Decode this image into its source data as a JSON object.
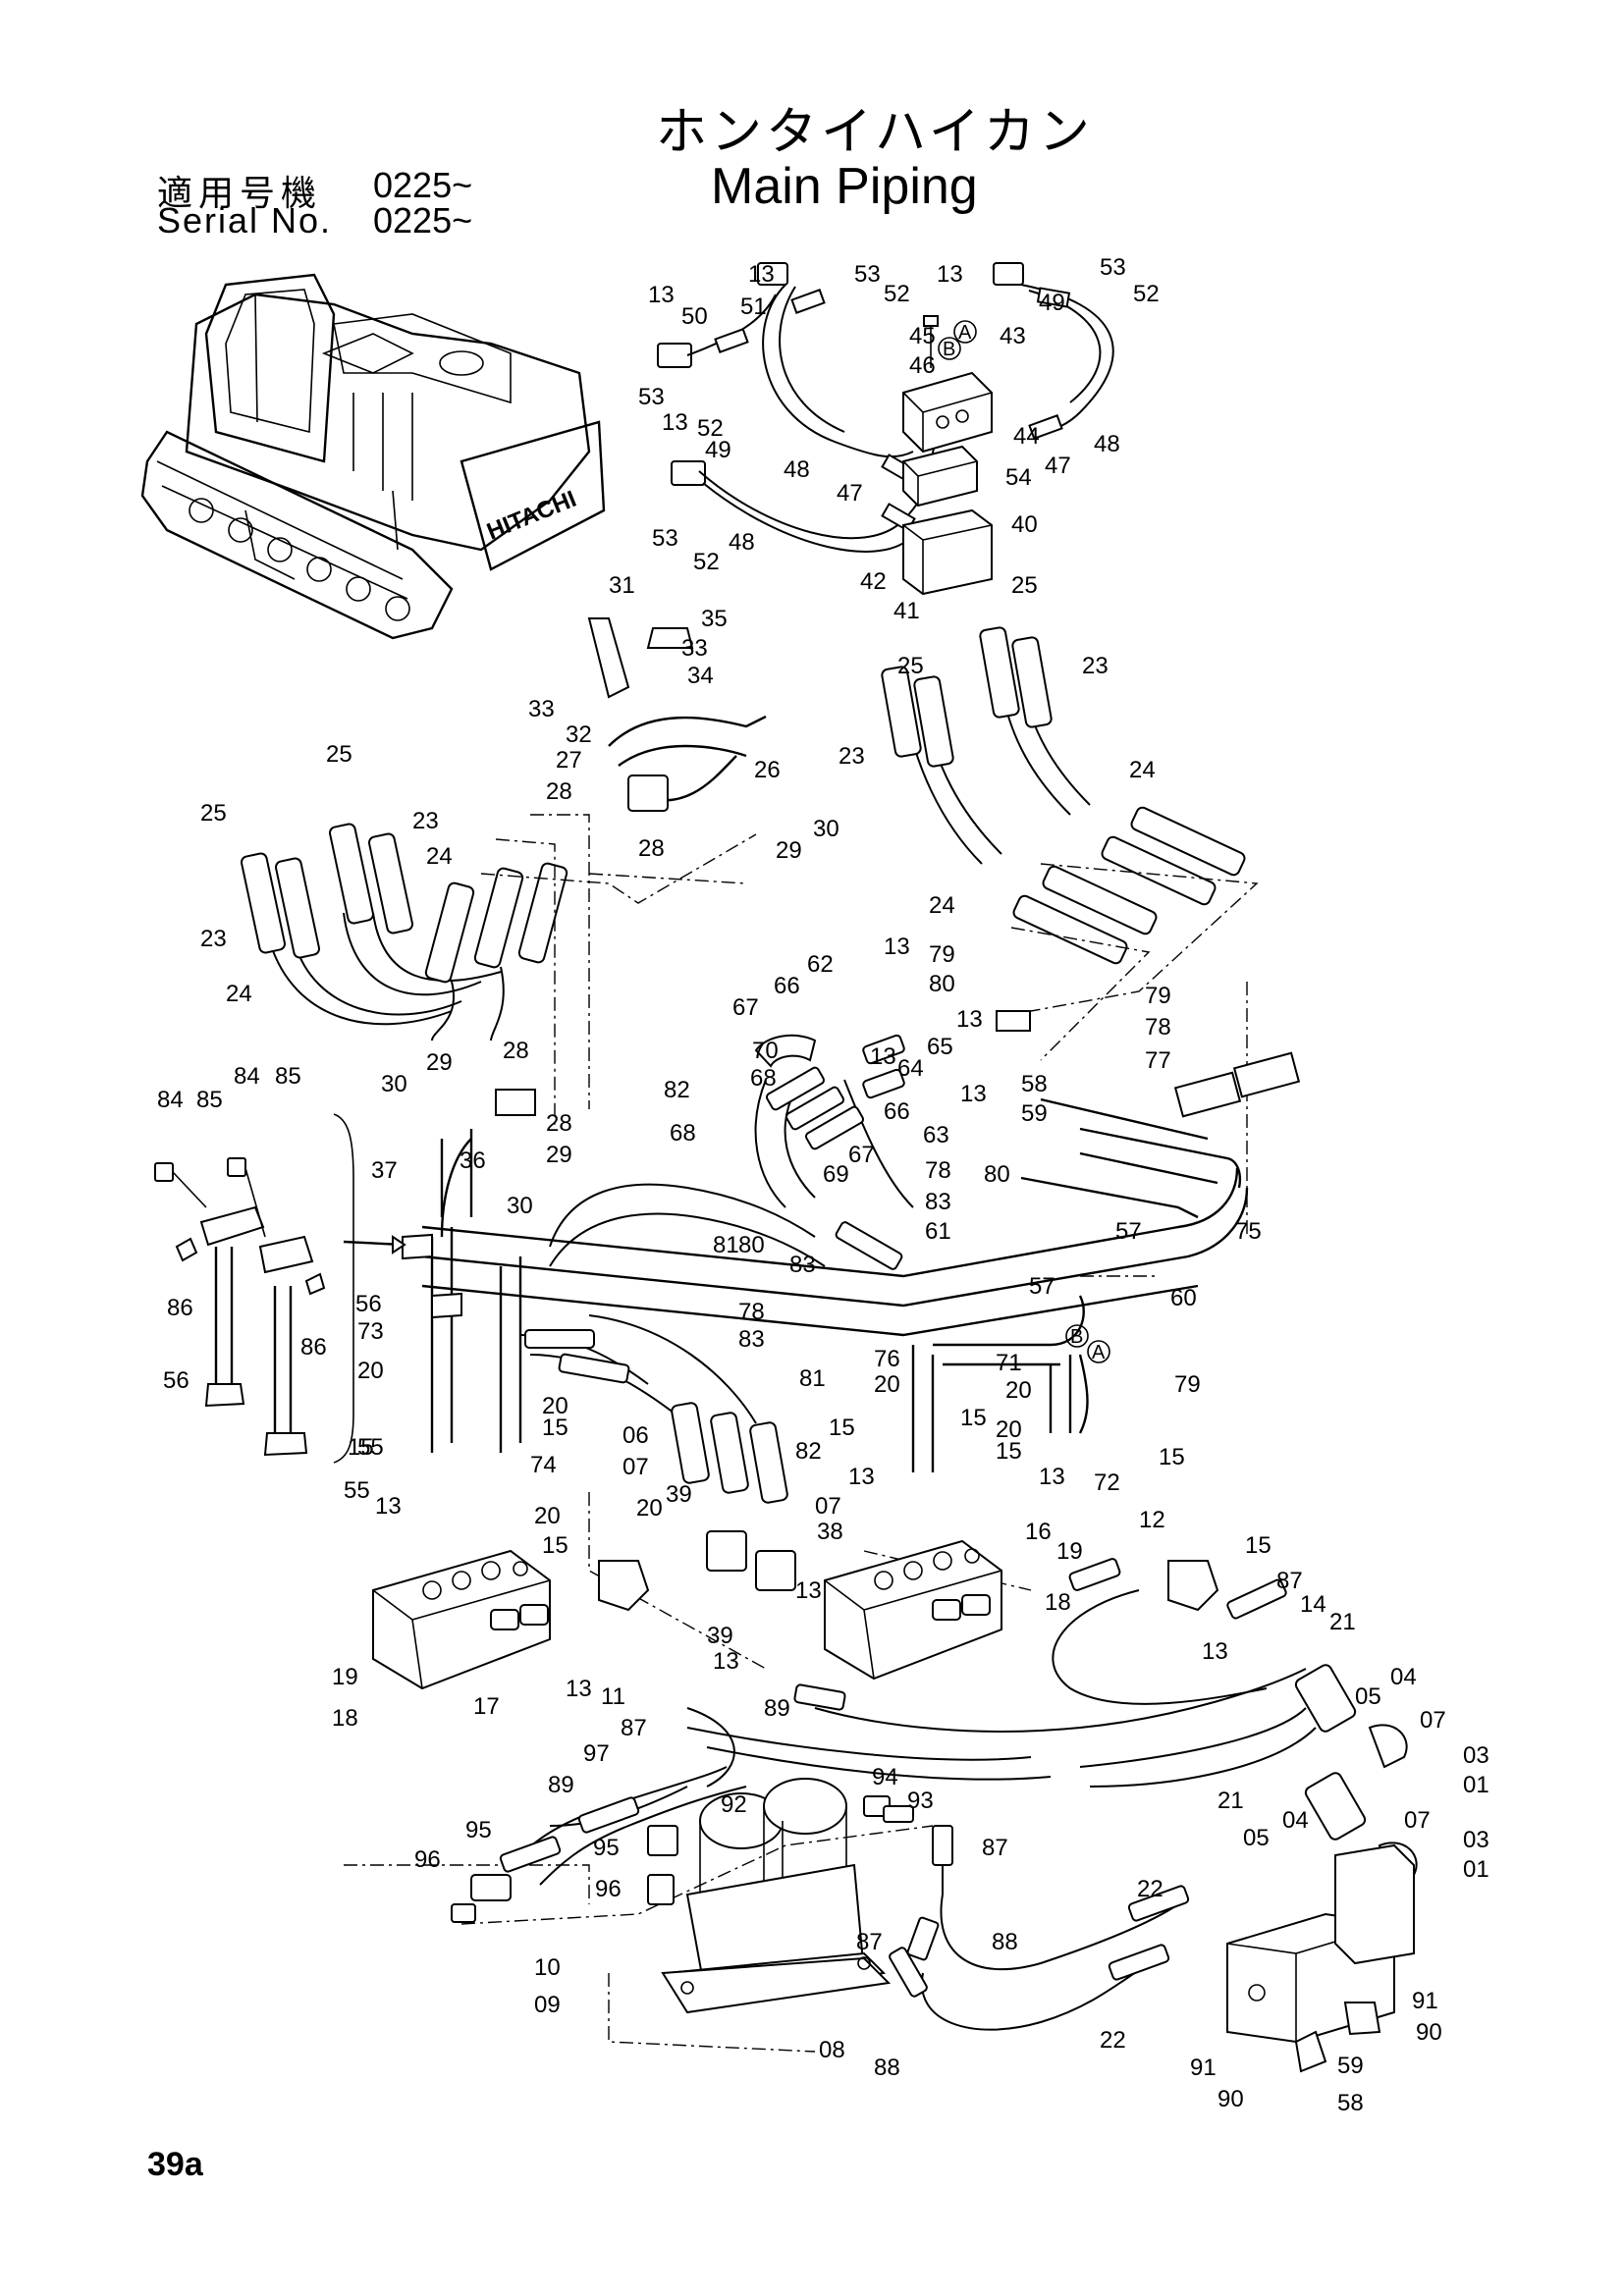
{
  "header": {
    "title_jp": "ホンタイハイカン",
    "title_en": "Main Piping",
    "serial_jp_label": "適用号機",
    "serial_jp_value": "0225~",
    "serial_en_label": "Serial No.",
    "serial_en_value": "0225~"
  },
  "page_number": "39a",
  "callouts": {
    "c13a": "13",
    "c50": "50",
    "c51": "51",
    "c13b": "13",
    "c53a": "53",
    "c52a": "52",
    "c13c": "13",
    "c53b": "53",
    "c52b": "52",
    "c49a": "49",
    "c45": "45",
    "c43": "43",
    "c46": "46",
    "c53c": "53",
    "c52c": "52",
    "c13d": "13",
    "c49b": "49",
    "c48a": "48",
    "c44": "44",
    "c47a": "47",
    "c48b": "48",
    "c47b": "47",
    "c54": "54",
    "c53d": "53",
    "c52d": "52",
    "c48c": "48",
    "c40": "40",
    "c42": "42",
    "c41": "41",
    "c31": "31",
    "c35": "35",
    "c33a": "33",
    "c34": "34",
    "c33b": "33",
    "c32": "32",
    "c25a": "25",
    "c25b": "25",
    "c23a": "23",
    "c27": "27",
    "c26": "26",
    "c28a": "28",
    "c28b": "28",
    "c29a": "29",
    "c30a": "30",
    "c23b": "23",
    "c24a": "24",
    "c25c": "25",
    "c25d": "25",
    "c23c": "23",
    "c24b": "24",
    "c23d": "23",
    "c24c": "24",
    "c24d": "24",
    "c79a": "79",
    "c13e": "13",
    "c62": "62",
    "c80a": "80",
    "c66a": "66",
    "c67a": "67",
    "c13f": "13",
    "c79b": "79",
    "c78a": "78",
    "c65": "65",
    "c70": "70",
    "c13g": "13",
    "c77": "77",
    "c64": "64",
    "c68a": "68",
    "c13h": "13",
    "c58a": "58",
    "c59a": "59",
    "c82a": "82",
    "c28c": "28",
    "c30b": "30",
    "c29b": "29",
    "c28d": "28",
    "c84a": "84",
    "c85a": "85",
    "c84b": "84",
    "c85b": "85",
    "c37": "37",
    "c36": "36",
    "c29c": "29",
    "c30c": "30",
    "c68b": "68",
    "c66b": "66",
    "c63": "63",
    "c67b": "67",
    "c69": "69",
    "c78b": "78",
    "c80b": "80",
    "c83a": "83",
    "c61": "61",
    "c75": "75",
    "c57a": "57",
    "c86a": "86",
    "c86b": "86",
    "c81a": "81",
    "c80c": "80",
    "c83b": "83",
    "c60": "60",
    "c57b": "57",
    "c55a": "55",
    "c56a": "56",
    "c73": "73",
    "c78c": "78",
    "c83c": "83",
    "c81b": "81",
    "c79c": "79",
    "c56b": "56",
    "c20a": "20",
    "c76": "76",
    "c20b": "20",
    "c71": "71",
    "c20c": "20",
    "c15a": "15",
    "c15b": "15",
    "c15c": "15",
    "c20d": "20",
    "c15d": "15",
    "c06": "06",
    "c82b": "82",
    "c15e": "15",
    "c20e": "20",
    "c74": "74",
    "c15f": "15",
    "c55b": "55",
    "c07a": "07",
    "c13i": "13",
    "c72": "72",
    "c13j": "13",
    "c13k": "13",
    "c20f": "20",
    "c39a": "39",
    "c07b": "07",
    "c16": "16",
    "c20g": "20",
    "c15g": "15",
    "c12": "12",
    "c15h": "15",
    "c38": "38",
    "c19a": "19",
    "c13l": "13",
    "c87a": "87",
    "c18a": "18",
    "c14": "14",
    "c13m": "13",
    "c21a": "21",
    "c39b": "39",
    "c13n": "13",
    "c19b": "19",
    "c18b": "18",
    "c17": "17",
    "c11": "11",
    "c13o": "13",
    "c87b": "87",
    "c05a": "05",
    "c04a": "04",
    "c07c": "07",
    "c03a": "03",
    "c01a": "01",
    "c89a": "89",
    "c97": "97",
    "c89b": "89",
    "c94": "94",
    "c93": "93",
    "c21b": "21",
    "c92": "92",
    "c04b": "04",
    "c05b": "05",
    "c07d": "07",
    "c03b": "03",
    "c01b": "01",
    "c95a": "95",
    "c95b": "95",
    "c96a": "96",
    "c96b": "96",
    "c87c": "87",
    "c22a": "22",
    "c87d": "87",
    "c88a": "88",
    "c10": "10",
    "c09": "09",
    "c91a": "91",
    "c90a": "90",
    "c08": "08",
    "c22b": "22",
    "c88b": "88",
    "c91b": "91",
    "c59b": "59",
    "c90b": "90",
    "c58b": "58",
    "circA1": "A",
    "circB1": "B",
    "circA2": "A",
    "circB2": "B"
  }
}
